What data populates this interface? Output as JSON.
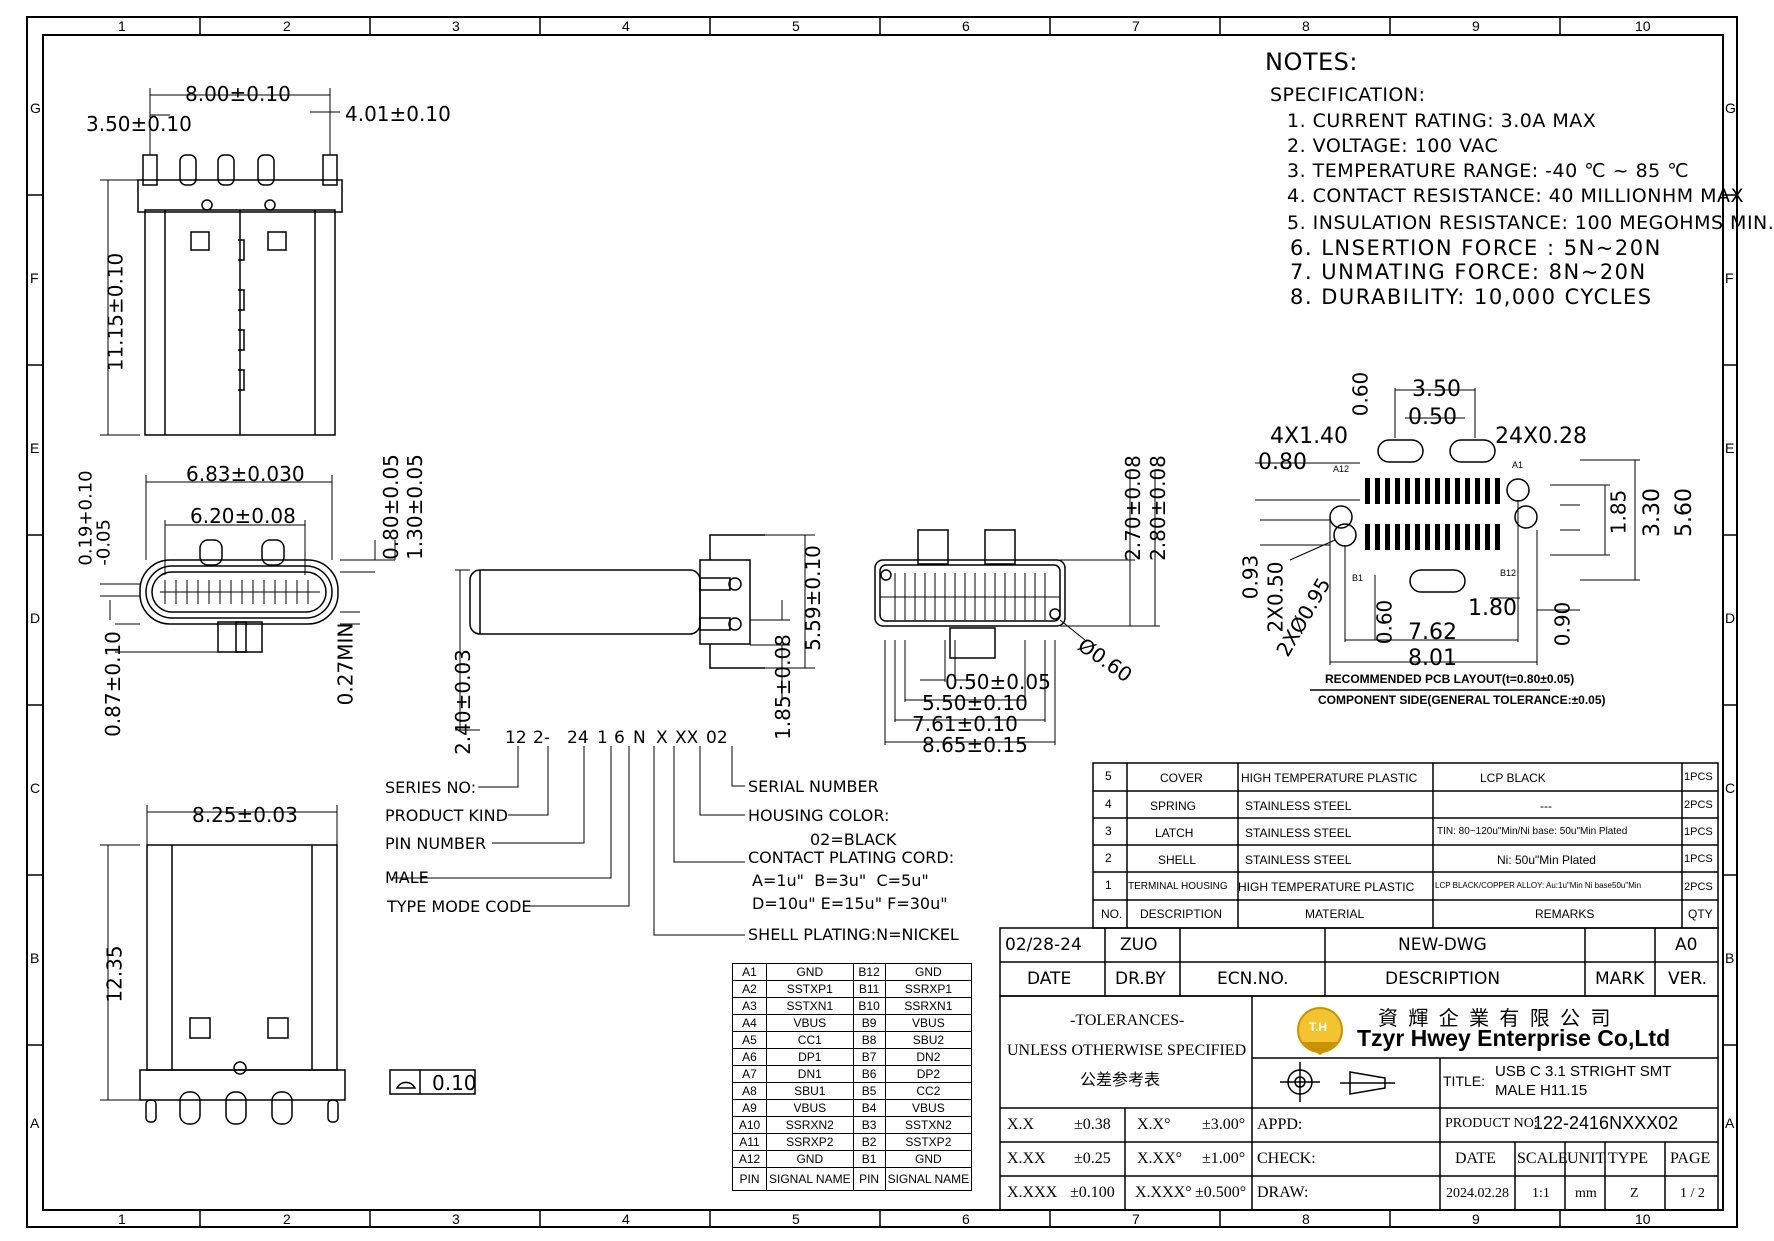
{
  "grid": {
    "cols": [
      "1",
      "2",
      "3",
      "4",
      "5",
      "6",
      "7",
      "8",
      "9",
      "10"
    ],
    "rows": [
      "G",
      "F",
      "E",
      "D",
      "C",
      "B",
      "A"
    ]
  },
  "notes": {
    "title": "NOTES:",
    "spec_title": "SPECIFICATION:",
    "items": [
      "1. CURRENT RATING: 3.0A MAX",
      "2. VOLTAGE: 100 VAC",
      "3. TEMPERATURE RANGE: -40 ℃ ~ 85 ℃",
      "4. CONTACT RESISTANCE: 40 MILLIONHM MAX",
      "5. INSULATION RESISTANCE: 100 MEGOHMS MIN.",
      "6. LNSERTION FORCE : 5N~20N",
      "7. UNMATING FORCE: 8N~20N",
      "8. DURABILITY: 10,000 CYCLES"
    ]
  },
  "dims": {
    "top_800": "8.00±0.10",
    "top_350": "3.50±0.10",
    "top_401": "4.01±0.10",
    "side_1115": "11.15±0.10",
    "front_683": "6.83±0.030",
    "front_620": "6.20±0.08",
    "front_019": "0.19+0.10\n-0.05",
    "front_080": "0.80±0.05",
    "front_130": "1.30±0.05",
    "front_087": "0.87±0.10",
    "front_027": "0.27MIN",
    "side_240": "2.40±0.03",
    "side_559": "5.59±0.10",
    "side_185": "1.85±0.08",
    "pcb_270": "2.70±0.08",
    "pcb_280": "2.80±0.08",
    "pcb_d060": "Ø0.60",
    "pcb_050": "0.50±0.05",
    "pcb_550": "5.50±0.10",
    "pcb_761": "7.61±0.10",
    "pcb_865": "8.65±0.15",
    "bot_825": "8.25±0.03",
    "bot_1235": "12.35",
    "flat_val": "0.10",
    "lay_060": "0.60",
    "lay_350": "3.50",
    "lay_050": "0.50",
    "lay_4x140": "4X1.40",
    "lay_24x028": "24X0.28",
    "lay_080": "0.80",
    "lay_185": "1.85",
    "lay_330": "3.30",
    "lay_560": "5.60",
    "lay_093": "0.93",
    "lay_2x050": "2X0.50",
    "lay_2xd095": "2XØ0.95",
    "lay_180": "1.80",
    "lay_060b": "0.60",
    "lay_762": "7.62",
    "lay_801": "8.01",
    "lay_090": "0.90",
    "lay_a1": "A1",
    "lay_a12": "A12",
    "lay_b1": "B1",
    "lay_b12": "B12",
    "lay_cap1": "RECOMMENDED PCB LAYOUT(t=0.80±0.05)",
    "lay_cap2": "COMPONENT SIDE(GENERAL TOLERANCE:±0.05)"
  },
  "partno": {
    "code": [
      "12",
      "2-",
      "24",
      "1",
      "6",
      "N",
      "X",
      "XX",
      "02"
    ],
    "series": "SERIES NO:",
    "kind": "PRODUCT KIND",
    "pin": "PIN NUMBER",
    "male": "MALE",
    "type": "TYPE MODE CODE",
    "serial": "SERIAL NUMBER",
    "housing": "HOUSING COLOR:",
    "housing_val": "02=BLACK",
    "contact": "CONTACT PLATING CORD:",
    "contact_1": "A=1u\"  B=3u\"  C=5u\"",
    "contact_2": "D=10u\" E=15u\" F=30u\"",
    "shell": "SHELL PLATING:N=NICKEL"
  },
  "bom": {
    "rows": [
      {
        "no": "5",
        "desc": "COVER",
        "mat": "HIGH TEMPERATURE PLASTIC",
        "rem": "LCP BLACK",
        "qty": "1PCS"
      },
      {
        "no": "4",
        "desc": "SPRING",
        "mat": "STAINLESS STEEL",
        "rem": "---",
        "qty": "2PCS"
      },
      {
        "no": "3",
        "desc": "LATCH",
        "mat": "STAINLESS STEEL",
        "rem": "TIN: 80~120u\"Min/Ni base: 50u\"Min Plated",
        "qty": "1PCS"
      },
      {
        "no": "2",
        "desc": "SHELL",
        "mat": "STAINLESS STEEL",
        "rem": "Ni: 50u\"Min Plated",
        "qty": "1PCS"
      },
      {
        "no": "1",
        "desc": "TERMINAL HOUSING",
        "mat": "HIGH TEMPERATURE PLASTIC",
        "rem": "LCP BLACK/COPPER ALLOY: Au:1u\"Min Ni base50u\"Min",
        "qty": "2PCS"
      }
    ],
    "head": {
      "no": "NO.",
      "desc": "DESCRIPTION",
      "mat": "MATERIAL",
      "rem": "REMARKS",
      "qty": "QTY"
    }
  },
  "rev": {
    "date_val": "02/28-24",
    "drby_val": "ZUO",
    "desc_val": "NEW-DWG",
    "ver_val": "A0",
    "date": "DATE",
    "drby": "DR.BY",
    "ecn": "ECN.NO.",
    "desc": "DESCRIPTION",
    "mark": "MARK",
    "ver": "VER."
  },
  "title_block": {
    "tol_title": "-TOLERANCES-",
    "tol_sub": "UNLESS OTHERWISE SPECIFIED",
    "tol_cn": "公差参考表",
    "company_cn": "資 輝 企 業 有 限 公 司",
    "company_en": "Tzyr Hwey Enterprise Co,Ltd",
    "logo": "T.H",
    "title_label": "TITLE:",
    "title_l1": "USB C 3.1 STRIGHT SMT",
    "title_l2": "MALE H11.15",
    "product_label": "PRODUCT NO:",
    "product_no": "122-2416NXXX02",
    "tol_rows": [
      [
        "X.X",
        "±0.38",
        "X.X°",
        "±3.00°"
      ],
      [
        "X.XX",
        "±0.25",
        "X.XX°",
        "±1.00°"
      ],
      [
        "X.XXX",
        "±0.100",
        "X.XXX°",
        "±0.500°"
      ]
    ],
    "appd": "APPD:",
    "check": "CHECK:",
    "draw": "DRAW:",
    "h_date": "DATE",
    "h_scale": "SCALE",
    "h_unit": "UNIT",
    "h_type": "TYPE",
    "h_page": "PAGE",
    "v_date": "2024.02.28",
    "v_scale": "1:1",
    "v_unit": "mm",
    "v_type": "Z",
    "v_page": "1 / 2"
  },
  "pins": {
    "rows": [
      [
        "A1",
        "GND",
        "B12",
        "GND"
      ],
      [
        "A2",
        "SSTXP1",
        "B11",
        "SSRXP1"
      ],
      [
        "A3",
        "SSTXN1",
        "B10",
        "SSRXN1"
      ],
      [
        "A4",
        "VBUS",
        "B9",
        "VBUS"
      ],
      [
        "A5",
        "CC1",
        "B8",
        "SBU2"
      ],
      [
        "A6",
        "DP1",
        "B7",
        "DN2"
      ],
      [
        "A7",
        "DN1",
        "B6",
        "DP2"
      ],
      [
        "A8",
        "SBU1",
        "B5",
        "CC2"
      ],
      [
        "A9",
        "VBUS",
        "B4",
        "VBUS"
      ],
      [
        "A10",
        "SSRXN2",
        "B3",
        "SSTXN2"
      ],
      [
        "A11",
        "SSRXP2",
        "B2",
        "SSTXP2"
      ],
      [
        "A12",
        "GND",
        "B1",
        "GND"
      ]
    ],
    "head": [
      "PIN",
      "SIGNAL NAME",
      "PIN",
      "SIGNAL NAME"
    ]
  }
}
